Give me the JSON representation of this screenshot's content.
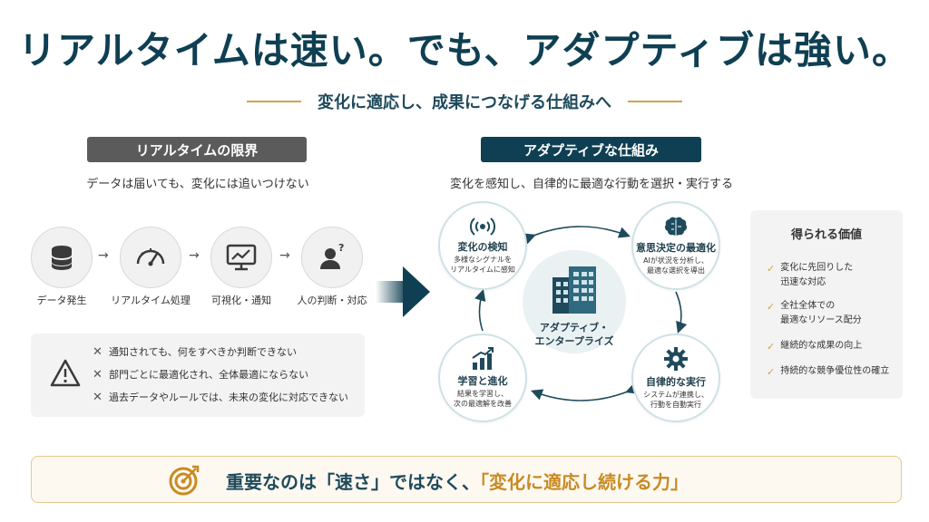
{
  "header": {
    "title": "リアルタイムは速い。でも、アダプティブは強い。",
    "subtitle": "変化に適応し、成果につなげる仕組みへ"
  },
  "left": {
    "pill": "リアルタイムの限界",
    "caption": "データは届いても、変化には追いつけない",
    "steps": [
      {
        "label": "データ発生",
        "icon": "database-icon"
      },
      {
        "label": "リアルタイム処理",
        "icon": "speedometer-icon"
      },
      {
        "label": "可視化・通知",
        "icon": "monitor-chart-icon"
      },
      {
        "label": "人の判断・対応",
        "icon": "person-question-icon"
      }
    ],
    "warnings": [
      "通知されても、何をすべきか判断できない",
      "部門ごとに最適化され、全体最適にならない",
      "過去データやルールでは、未来の変化に対応できない"
    ]
  },
  "right": {
    "pill": "アダプティブな仕組み",
    "caption": "変化を感知し、自律的に最適な行動を選択・実行する",
    "center_label_1": "アダプティブ・",
    "center_label_2": "エンタープライズ",
    "nodes": {
      "sense": {
        "title": "変化の検知",
        "desc1": "多様なシグナルを",
        "desc2": "リアルタイムに感知"
      },
      "decide": {
        "title": "意思決定の最適化",
        "desc1": "AIが状況を分析し、",
        "desc2": "最適な選択を導出"
      },
      "act": {
        "title": "自律的な実行",
        "desc1": "システムが連携し、",
        "desc2": "行動を自動実行"
      },
      "learn": {
        "title": "学習と進化",
        "desc1": "結果を学習し、",
        "desc2": "次の最適解を改善"
      }
    }
  },
  "values": {
    "title": "得られる価値",
    "items": [
      {
        "line1": "変化に先回りした",
        "line2": "迅速な対応"
      },
      {
        "line1": "全社全体での",
        "line2": "最適なリソース配分"
      },
      {
        "line1": "継続的な成果の向上",
        "line2": ""
      },
      {
        "line1": "持続的な競争優位性の確立",
        "line2": ""
      }
    ]
  },
  "bottom": {
    "prefix": "重要なのは「速さ」ではなく、",
    "highlight": "「変化に適応し続ける力」"
  },
  "colors": {
    "navy": "#0f3f52",
    "gold": "#d4a24a",
    "gray": "#5b5b5b"
  }
}
